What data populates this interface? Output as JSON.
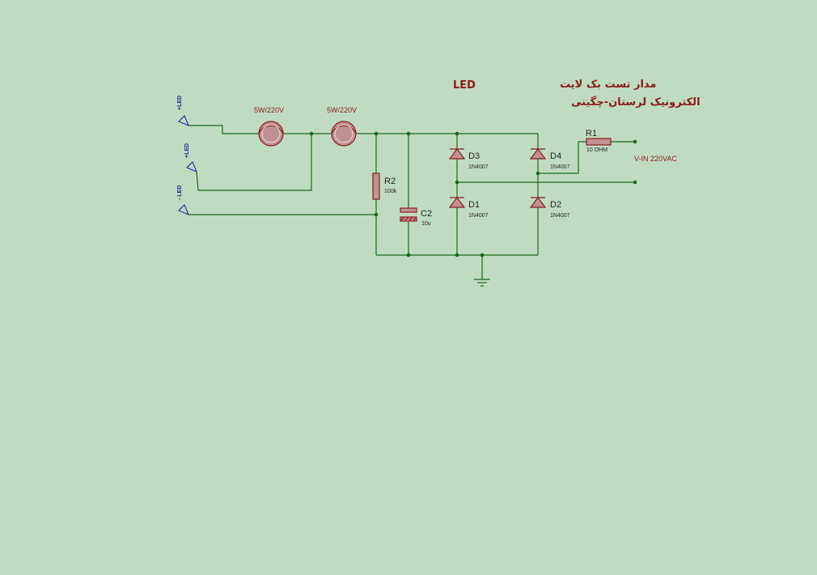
{
  "title": {
    "line1": "مدار تست بک لایت",
    "line1_led": "LED",
    "line2": "الکترونیک لرستان-چگینی"
  },
  "terminals": {
    "t1": "+LED",
    "t2": "+LED",
    "t3": "- LED"
  },
  "lamps": {
    "lamp1": "5W/220V",
    "lamp2": "5W/220V"
  },
  "components": {
    "r1_ref": "R1",
    "r1_value": "10 OHM",
    "r2_ref": "R2",
    "r2_value": "100k",
    "c2_ref": "C2",
    "c2_value": "10u",
    "d1_ref": "D1",
    "d1_value": "1N4007",
    "d2_ref": "D2",
    "d2_value": "1N4007",
    "d3_ref": "D3",
    "d3_value": "1N4007",
    "d4_ref": "D4",
    "d4_value": "1N4007"
  },
  "input_label": "V-IN 220VAC",
  "colors": {
    "background": "#c0dcc0",
    "wire": "#1a6a1a",
    "component": "#8b1a1a",
    "terminal": "#1a1aa0"
  }
}
